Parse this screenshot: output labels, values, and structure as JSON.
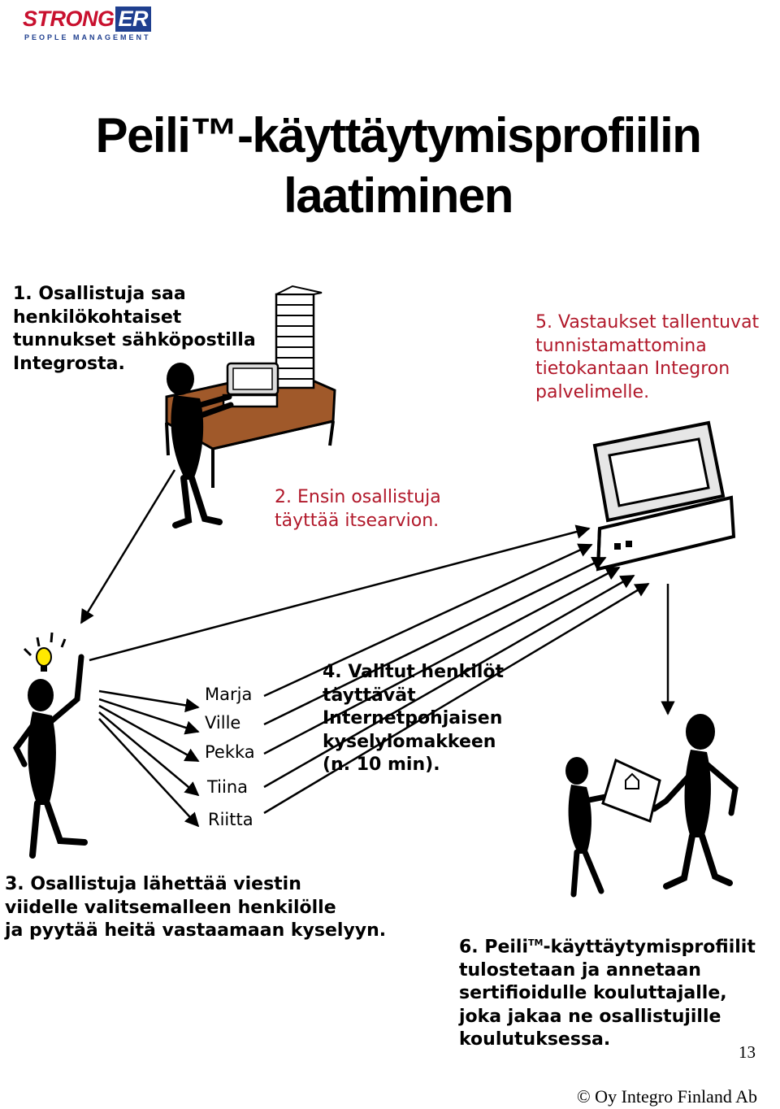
{
  "logo": {
    "text_main": "STRONG",
    "text_tail": "ER",
    "subtitle": "PEOPLE MANAGEMENT"
  },
  "title": {
    "line1": "Peili™-käyttäytymisprofiilin",
    "line2": "laatiminen"
  },
  "steps": {
    "s1": "1. Osallistuja saa\nhenkilökohtaiset\ntunnukset sähköpostilla\nIntegrosta.",
    "s2": "2. Ensin osallistuja\ntäyttää itsearvion.",
    "s3": "3. Osallistuja lähettää viestin\nviidelle valitsemalleen henkilölle\nja pyytää heitä vastaamaan kyselyyn.",
    "s4": "4. Valitut henkilöt\ntäyttävät\nInternetpohjaisen\nkyselylomakkeen\n(n. 10 min).",
    "s5": "5. Vastaukset tallentuvat\ntunnistamattomina\ntietokantaan Integron\npalvelimelle.",
    "s6_prefix": "6. Peili",
    "s6_tm": "TM",
    "s6_rest": "-käyttäytymisprofiilit\ntulostetaan ja annetaan\nsertifioidulle kouluttajalle,\njoka jakaa ne osallistujille\nkoulutuksessa."
  },
  "names": [
    "Marja",
    "Ville",
    "Pekka",
    "Tiina",
    "Riitta"
  ],
  "footer": {
    "page_number": "13",
    "copyright": "© Oy Integro Finland Ab"
  },
  "colors": {
    "step5_text": "#b1182a",
    "logo_red": "#c8102e",
    "logo_blue": "#1f3f8f",
    "desk": "#a0592a",
    "bulb": "#ffe800"
  }
}
